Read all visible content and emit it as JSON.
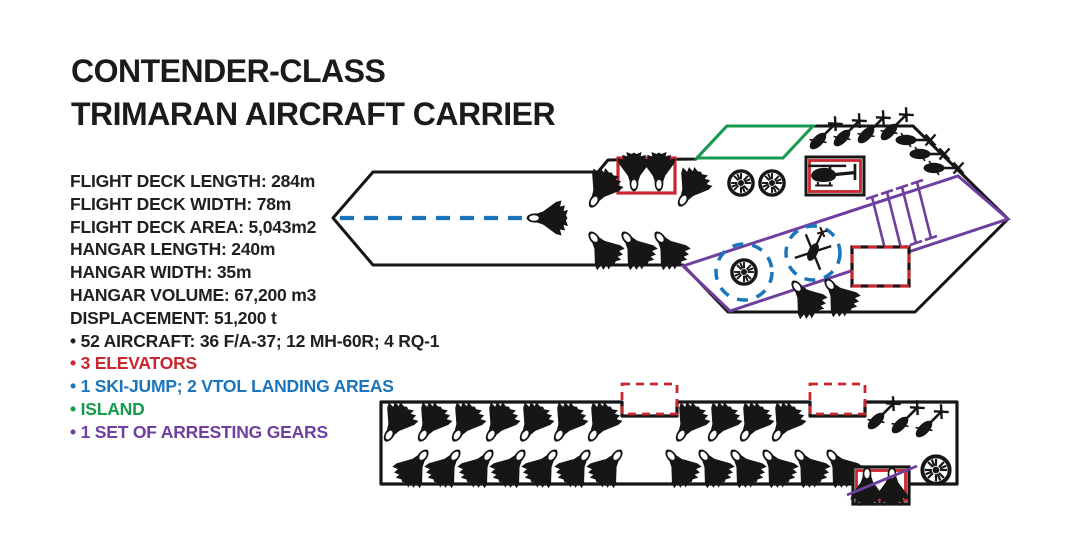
{
  "title": {
    "line1": "CONTENDER-CLASS",
    "line2": "TRIMARAN AIRCRAFT CARRIER"
  },
  "specs": {
    "items": [
      {
        "text": "FLIGHT DECK LENGTH: 284m",
        "color": "#231f20"
      },
      {
        "text": "FLIGHT DECK WIDTH: 78m",
        "color": "#231f20"
      },
      {
        "text": "FLIGHT DECK AREA: 5,043m2",
        "color": "#231f20"
      },
      {
        "text": "HANGAR LENGTH: 240m",
        "color": "#231f20"
      },
      {
        "text": "HANGAR WIDTH: 35m",
        "color": "#231f20"
      },
      {
        "text": "HANGAR VOLUME: 67,200 m3",
        "color": "#231f20"
      },
      {
        "text": "DISPLACEMENT: 51,200 t",
        "color": "#231f20"
      },
      {
        "text": "• 52 AIRCRAFT: 36 F/A-37; 12 MH-60R; 4 RQ-1",
        "color": "#231f20"
      },
      {
        "text": "• 3 ELEVATORS",
        "color": "#c9262d"
      },
      {
        "text": "• 1 SKI-JUMP; 2 VTOL LANDING AREAS",
        "color": "#1b75bc"
      },
      {
        "text": "• ISLAND",
        "color": "#149b4d"
      },
      {
        "text": "• 1 SET OF ARRESTING GEARS",
        "color": "#6f3f9f"
      }
    ]
  },
  "colors": {
    "ink": "#231f20",
    "red_elevators": "#c9262d",
    "blue_ski_jump_vtol": "#1b75bc",
    "green_island": "#149b4d",
    "purple_arresting_gears": "#6f3f9f"
  },
  "diagrams": {
    "flight_deck": {
      "icon_counts": {
        "fa37_jets": 10,
        "mh60r_helicopters": 9,
        "rq1_drones": 3
      },
      "features": {
        "solid_elevators": 2,
        "dashed_elevator": 1,
        "vtol_landing_circles": 2,
        "island": 1,
        "ski_jump_centerline": 1,
        "arresting_gear_wires": 4
      }
    },
    "hangar_deck": {
      "icon_counts": {
        "fa37_jets": 26,
        "mh60r_helicopters": 3,
        "rq1_drones": 1
      },
      "features": {
        "dashed_elevators": 2,
        "solid_elevator": 1
      }
    }
  }
}
